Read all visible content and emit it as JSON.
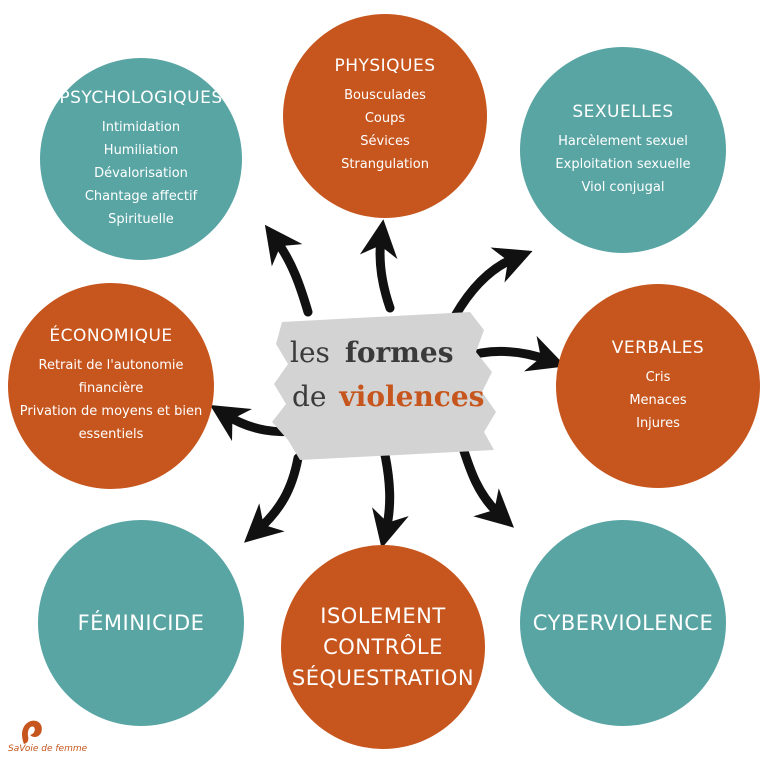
{
  "center": {
    "line1_prefix": "les",
    "line1_main": "formes",
    "line2_prefix": "de",
    "line2_main": "violences"
  },
  "circles": {
    "psychologiques": {
      "title": "PSYCHOLOGIQUES",
      "items": [
        "Intimidation",
        "Humiliation",
        "Dévalorisation",
        "Chantage affectif",
        "Spirituelle"
      ]
    },
    "physiques": {
      "title": "PHYSIQUES",
      "items": [
        "Bousculades",
        "Coups",
        "Sévices",
        "Strangulation"
      ]
    },
    "sexuelles": {
      "title": "SEXUELLES",
      "items": [
        "Harcèlement sexuel",
        "Exploitation sexuelle",
        "Viol conjugal"
      ]
    },
    "economique": {
      "title": "ÉCONOMIQUE",
      "items": [
        "Retrait de l'autonomie",
        "financière",
        "Privation de moyens et bien",
        "essentiels"
      ]
    },
    "verbales": {
      "title": "VERBALES",
      "items": [
        "Cris",
        "Menaces",
        "Injures"
      ]
    },
    "feminicide": {
      "title": "FÉMINICIDE"
    },
    "isolement": {
      "lines": [
        "ISOLEMENT",
        "CONTRÔLE",
        "SÉQUESTRATION"
      ]
    },
    "cyberviolence": {
      "title": "CYBERVIOLENCE"
    }
  },
  "logo": {
    "name": "SaVoie de femme",
    "tagline": ""
  },
  "colors": {
    "teal": "#59a5a4",
    "orange": "#c7561e",
    "dark_text": "#3a3a3a",
    "brush_gray": "#d3d3d3"
  }
}
